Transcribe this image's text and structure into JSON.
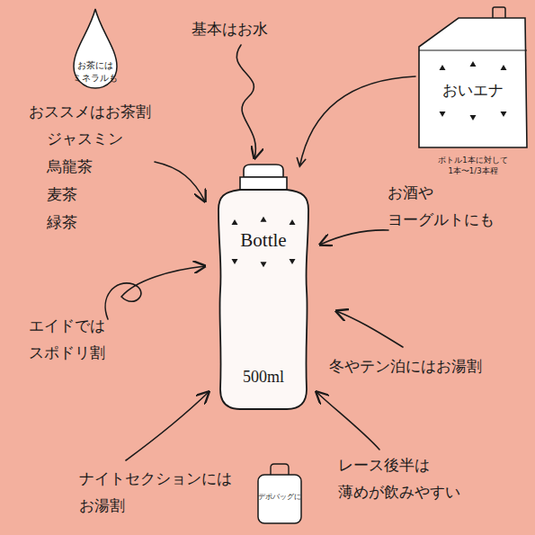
{
  "diagram": {
    "nodes": [
      {
        "text": [
          "お茶には ミネラルも"
        ]
      },
      {
        "text": [
          "おいエナ",
          "ボトル1本に対して 1本〜1/3本程"
        ]
      },
      {
        "text": [
          "Bottle",
          "500ml"
        ]
      },
      {
        "text": [
          "デポバッグに"
        ]
      }
    ],
    "edges": [
      {
        "from": 1,
        "to": 2,
        "arrow": "to"
      }
    ],
    "labels": [
      "基本はお水",
      "おススメはお茶割",
      "ジャスミン",
      "烏龍茶",
      "麦茶",
      "緑茶",
      "お酒や ヨーグルトにも",
      "エイドでは スポドリ割",
      "冬やテン泊にはお湯割",
      "ナイトセクションには お湯割",
      "レース後半は 薄めが飲みやすい"
    ]
  }
}
